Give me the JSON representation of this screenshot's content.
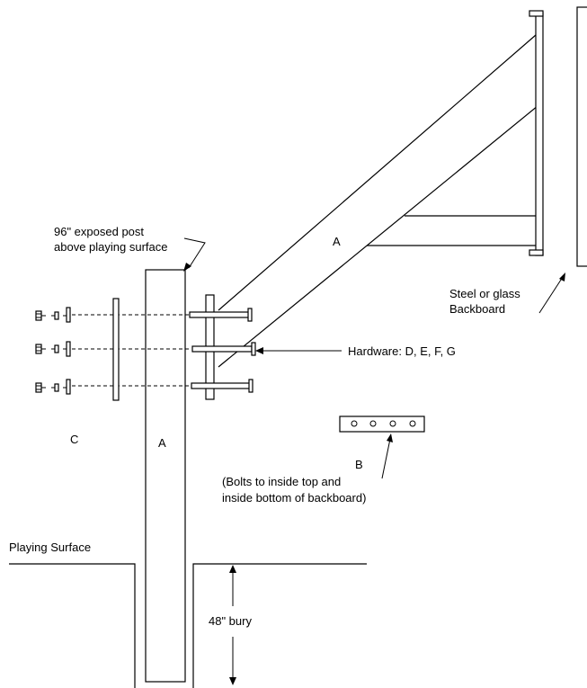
{
  "labels": {
    "post_height_note_line1": "96\" exposed post",
    "post_height_note_line2": "above playing surface",
    "arm_label": "A",
    "post_label": "A",
    "backboard_line1": "Steel or glass",
    "backboard_line2": "Backboard",
    "hardware": "Hardware: D, E, F, G",
    "part_c": "C",
    "part_b": "B",
    "part_b_note_line1": "(Bolts to inside top and",
    "part_b_note_line2": "inside bottom of backboard)",
    "playing_surface": "Playing Surface",
    "bury": "48\" bury"
  }
}
